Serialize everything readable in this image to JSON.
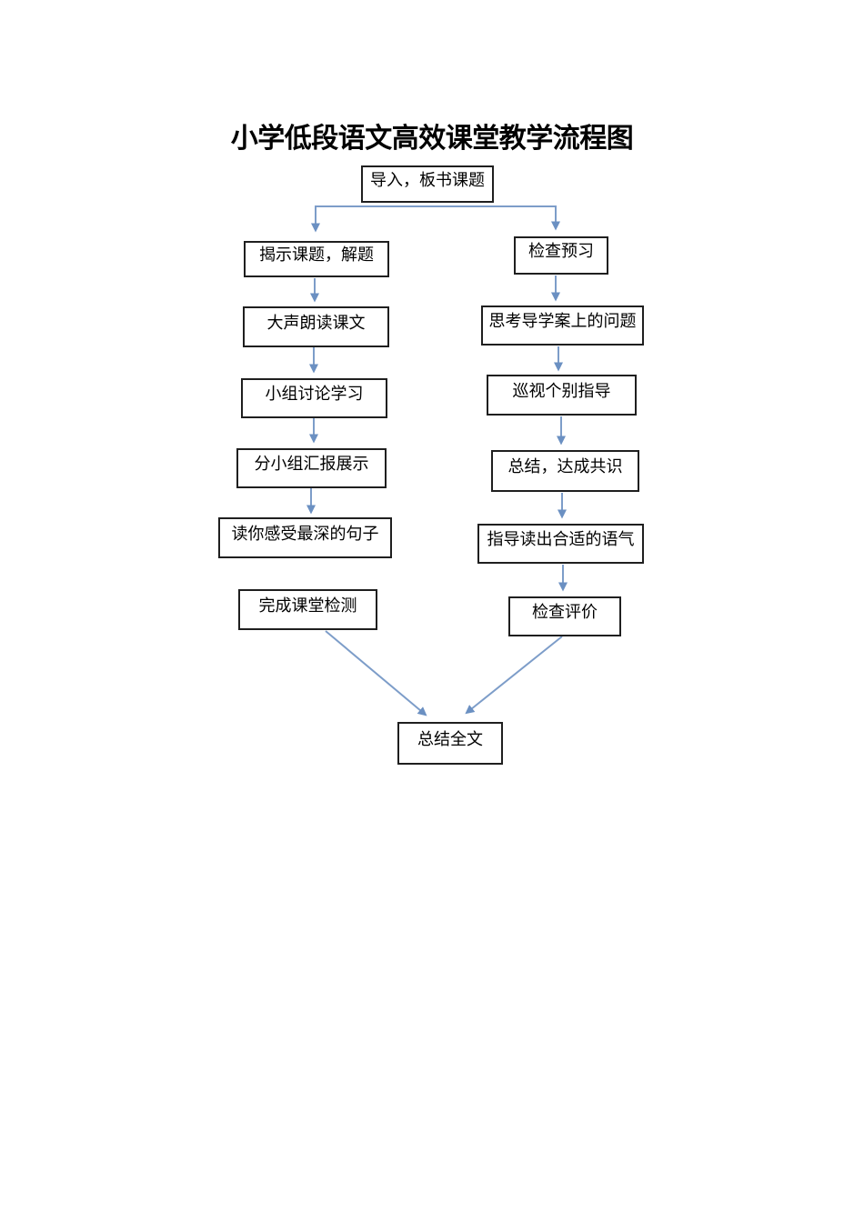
{
  "title": "小学低段语文高效课堂教学流程图",
  "flowchart": {
    "root": "导入，板书课题",
    "left": [
      "揭示课题，解题",
      "大声朗读课文",
      "小组讨论学习",
      "分小组汇报展示",
      "读你感受最深的句子",
      "完成课堂检测"
    ],
    "right": [
      "检查预习",
      "思考导学案上的问题",
      "巡视个别指导",
      "总结，达成共识",
      "指导读出合适的语气",
      "检查评价"
    ],
    "end": "总结全文",
    "colors": {
      "connector": "#7d9dc9",
      "arrowhead": "#6b90c2",
      "box_border": "#1f1f1f",
      "text": "#000000",
      "page_bg": "#ffffff"
    }
  }
}
